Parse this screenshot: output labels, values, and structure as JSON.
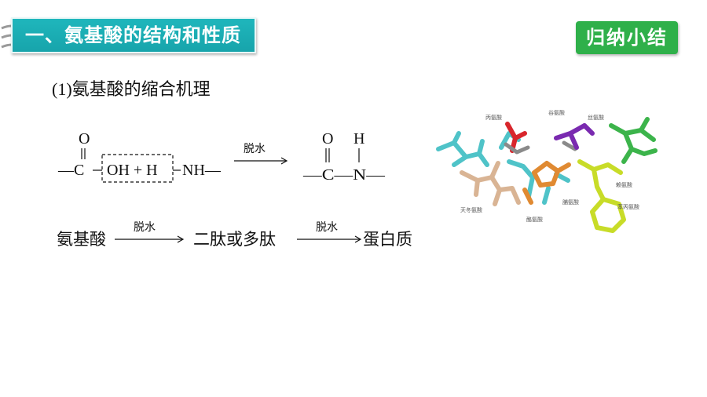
{
  "header": {
    "title": "一、氨基酸的结构和性质",
    "badge": "归纳小结"
  },
  "section": {
    "number": "(1)",
    "heading": "氨基酸的缩合机理"
  },
  "reaction": {
    "left": {
      "oxygen": "O",
      "bond_left": "—C",
      "group": "OH + H",
      "bond_right": "NH—"
    },
    "arrow_label": "脱水",
    "right": {
      "oxygen": "O",
      "hydrogen": "H",
      "chain": "—C—N—"
    }
  },
  "pathway": {
    "step1": "氨基酸",
    "arrow1_label": "脱水",
    "step2": "二肽或多肽",
    "arrow2_label": "脱水",
    "step3": "蛋白质"
  },
  "protein_model": {
    "labels": {
      "alanine": "丙氨酸",
      "serine": "丝氨酸",
      "aspartic_acid": "天冬氨酸",
      "glutamic_acid": "谷氨酸",
      "lysine": "赖氨酸",
      "tyrosine": "酪氨酸",
      "phenylalanine": "苯丙氨酸",
      "proline": "脯氨酸"
    },
    "colors": {
      "cyan": "#4fc3c8",
      "red": "#d8262c",
      "purple": "#7a2ab0",
      "green": "#3cb44b",
      "yellow_green": "#c8dc28",
      "orange": "#e08a32",
      "tan": "#d9b494",
      "gray": "#8a8a8a"
    }
  }
}
